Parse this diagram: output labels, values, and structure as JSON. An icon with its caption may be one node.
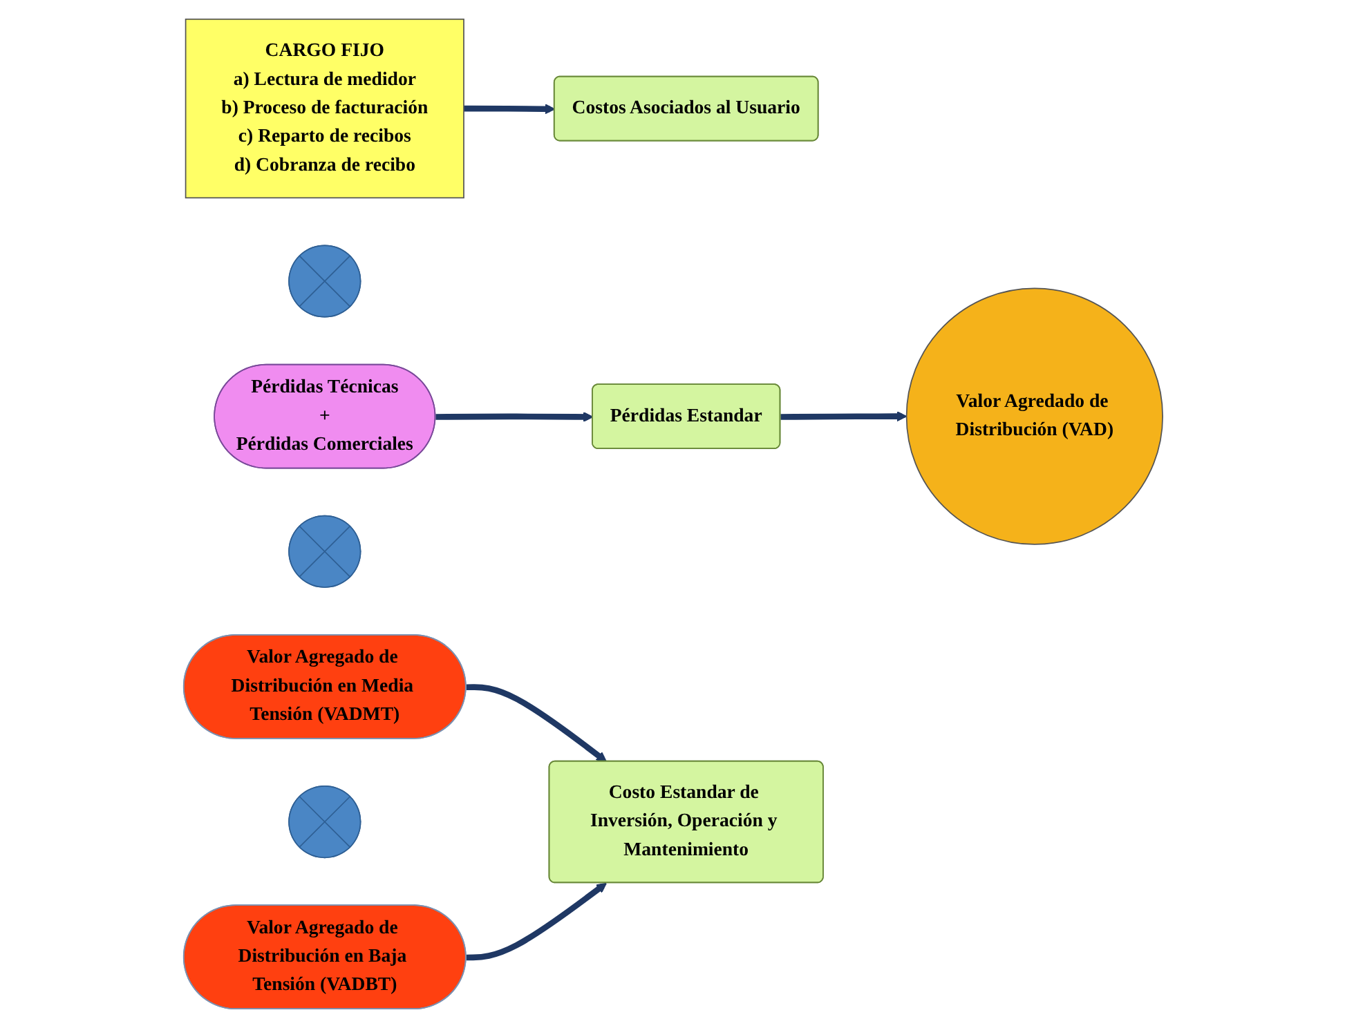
{
  "diagram": {
    "nodes": [
      {
        "text": [
          "CARGO FIJO",
          "a) Lectura de medidor",
          "b) Proceso de facturación",
          "c) Reparto de recibos",
          "d) Cobranza de recibo"
        ]
      },
      {
        "text": [
          "Costos Asociados al Usuario"
        ]
      },
      {
        "text": [],
        "shape": "plus"
      },
      {
        "text": [
          "Pérdidas Técnicas",
          "+",
          "Pérdidas Comerciales"
        ]
      },
      {
        "text": [
          "Pérdidas Estandar"
        ]
      },
      {
        "text": [
          "Valor Agredado de Distribución (VAD)"
        ]
      },
      {
        "text": [],
        "shape": "plus"
      },
      {
        "text": [
          "Valor Agregado de Distribución en Media Tensión (VADMT)"
        ]
      },
      {
        "text": [],
        "shape": "plus"
      },
      {
        "text": [
          "Costo Estandar de Inversión, Operación y Mantenimiento"
        ]
      },
      {
        "text": [
          "Valor Agregado de Distribución en Baja Tensión (VADBT)"
        ]
      }
    ],
    "edges": [
      {
        "from": 0,
        "to": 1,
        "arrow": "to"
      },
      {
        "from": 3,
        "to": 4,
        "arrow": "to"
      },
      {
        "from": 4,
        "to": 5,
        "arrow": "to"
      },
      {
        "from": 7,
        "to": 9,
        "arrow": "to"
      },
      {
        "from": 10,
        "to": 9,
        "arrow": "to"
      }
    ]
  }
}
